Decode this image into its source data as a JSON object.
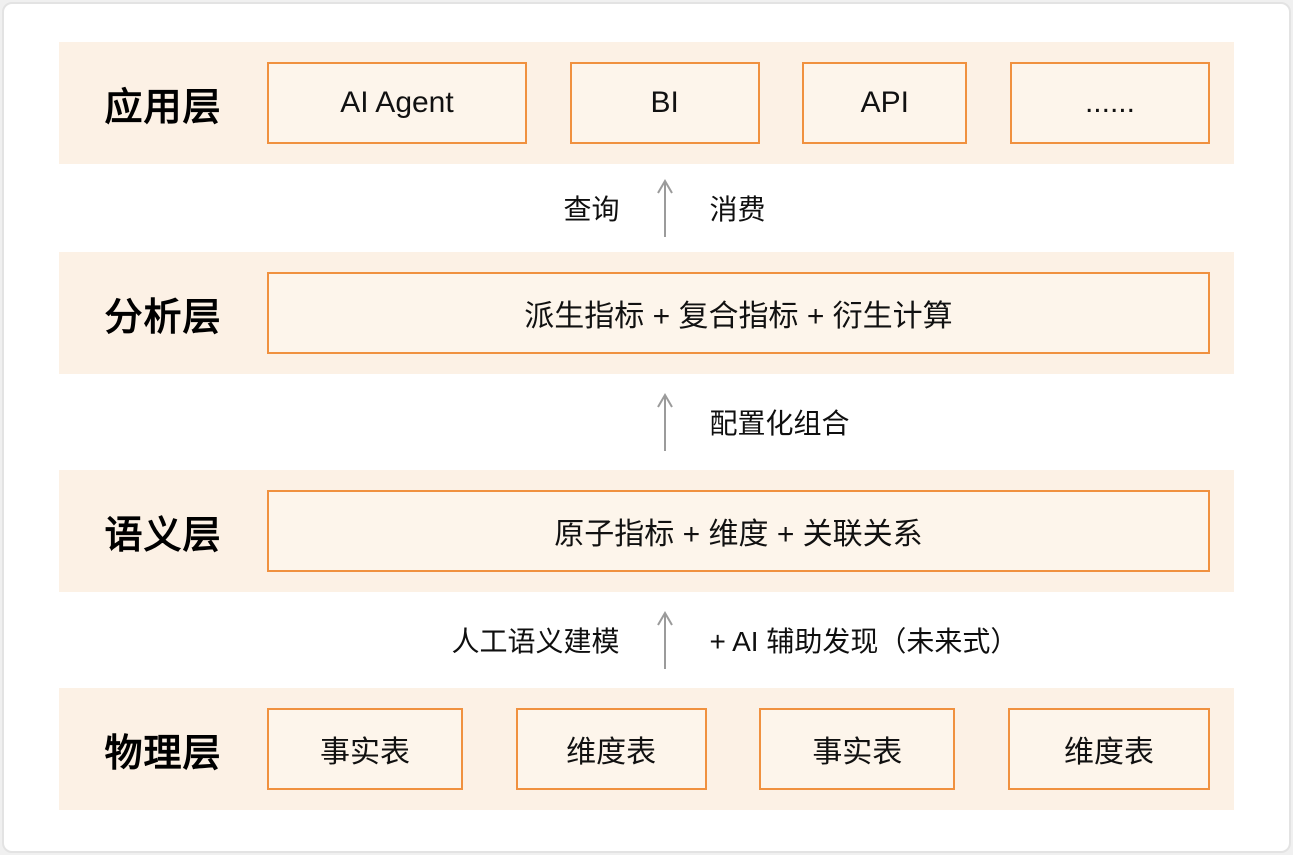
{
  "theme": {
    "band_background": "#fcf1e5",
    "box_background": "#fdf5eb",
    "box_border_orange": "#f0913f",
    "arrow_gray": "#9b9b9b",
    "text_black": "#0f0f0f"
  },
  "layers": [
    {
      "label": "应用层",
      "boxes": [
        "AI Agent",
        "BI",
        "API",
        "......"
      ]
    },
    {
      "label": "分析层",
      "boxes": [
        "派生指标 + 复合指标 + 衍生计算"
      ]
    },
    {
      "label": "语义层",
      "boxes": [
        "原子指标 + 维度 + 关联关系"
      ]
    },
    {
      "label": "物理层",
      "boxes": [
        "事实表",
        "维度表",
        "事实表",
        "维度表"
      ]
    }
  ],
  "arrows": [
    {
      "left": "查询",
      "right": "消费"
    },
    {
      "left": "",
      "right": "配置化组合"
    },
    {
      "left": "人工语义建模",
      "right": "+ AI 辅助发现（未来式）"
    }
  ]
}
